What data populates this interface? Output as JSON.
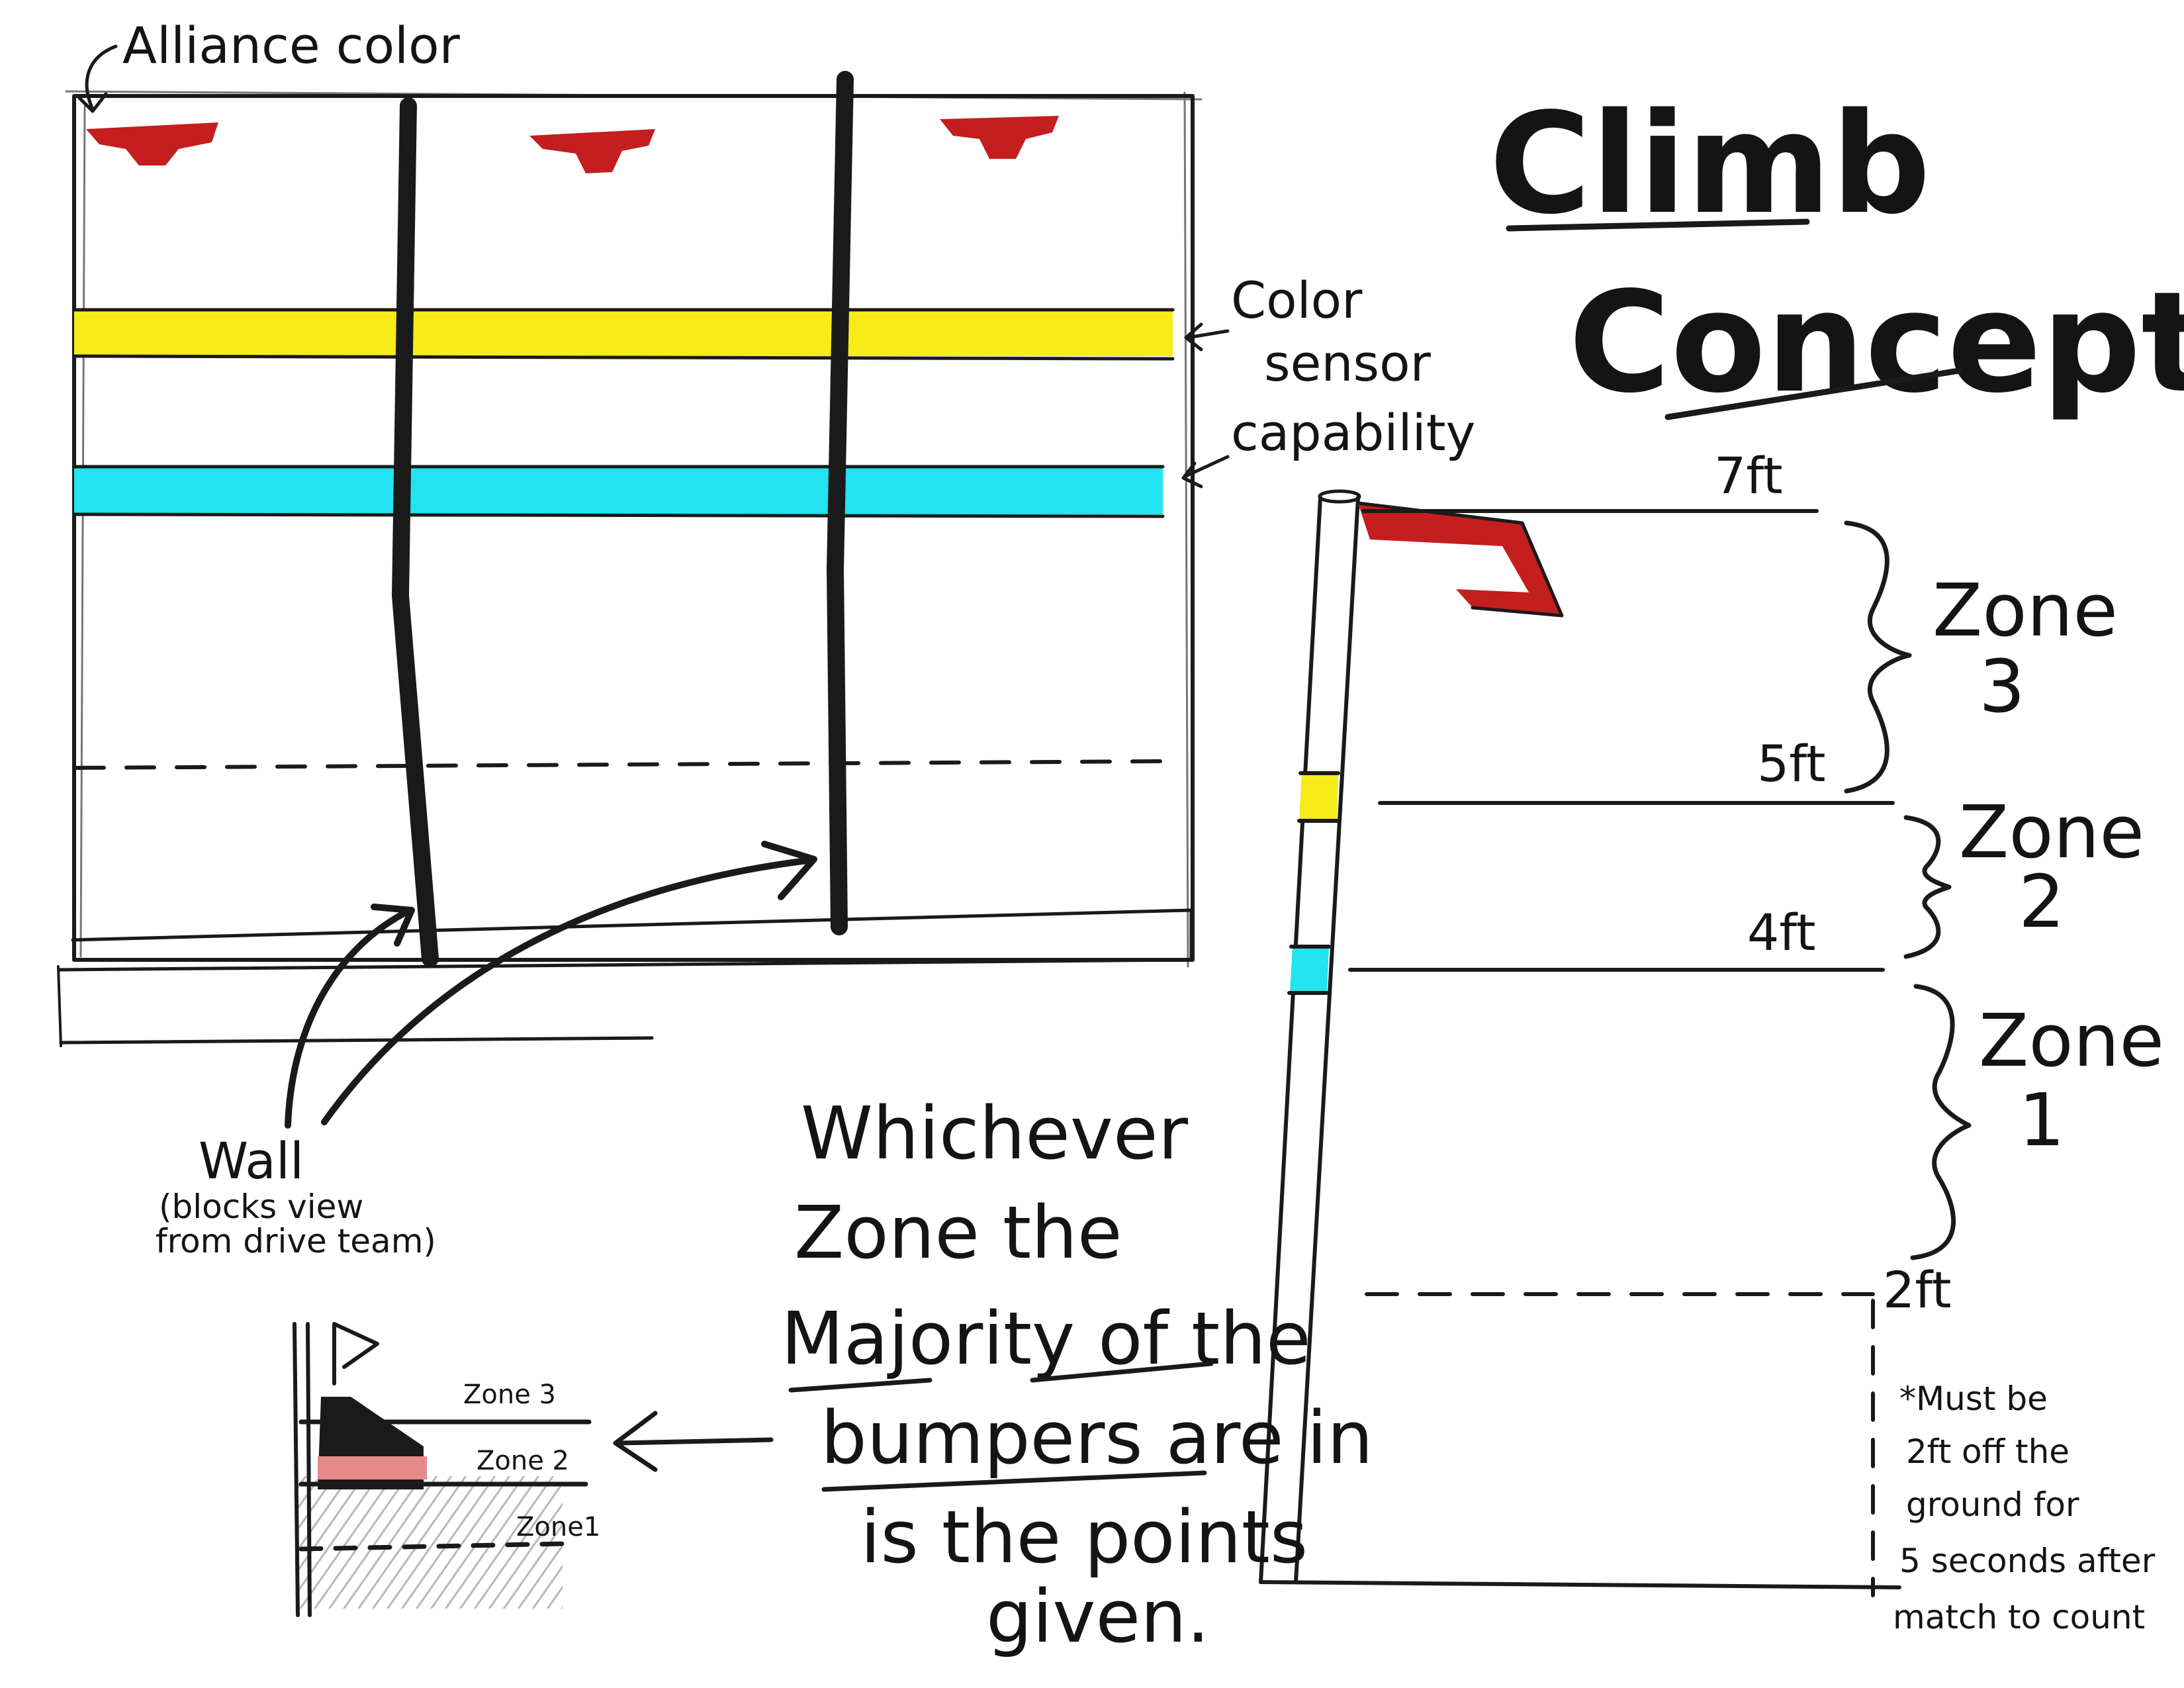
{
  "title": {
    "line1": "Climb",
    "line2": "Concept"
  },
  "wall_view": {
    "alliance_label": "Alliance color",
    "sensor_label": {
      "line1": "Color",
      "line2": "sensor",
      "line3": "capability"
    },
    "wall_label": "Wall",
    "wall_note": {
      "line1": "(blocks view",
      "line2": "from drive team)"
    }
  },
  "pole_view": {
    "heights": {
      "h7": "7ft",
      "h5": "5ft",
      "h4": "4ft",
      "h2": "2ft"
    },
    "zones": [
      {
        "word": "Zone",
        "num": "3"
      },
      {
        "word": "Zone",
        "num": "2"
      },
      {
        "word": "Zone",
        "num": "1"
      }
    ],
    "footnote": [
      "*Must be",
      "2ft off the",
      "ground for",
      "5 seconds after",
      "match to count"
    ]
  },
  "rule": {
    "lines": [
      "Whichever",
      "Zone the",
      "Majority of the",
      "bumpers are in",
      "is the points",
      "given."
    ]
  },
  "mini_diagram": {
    "zone3": "Zone 3",
    "zone2": "Zone 2",
    "zone1": "Zone1"
  },
  "colors": {
    "alliance_red": "#c41e1e",
    "sensor_yellow": "#f5ec1a",
    "sensor_cyan": "#22e3ef",
    "ink": "#141414"
  }
}
